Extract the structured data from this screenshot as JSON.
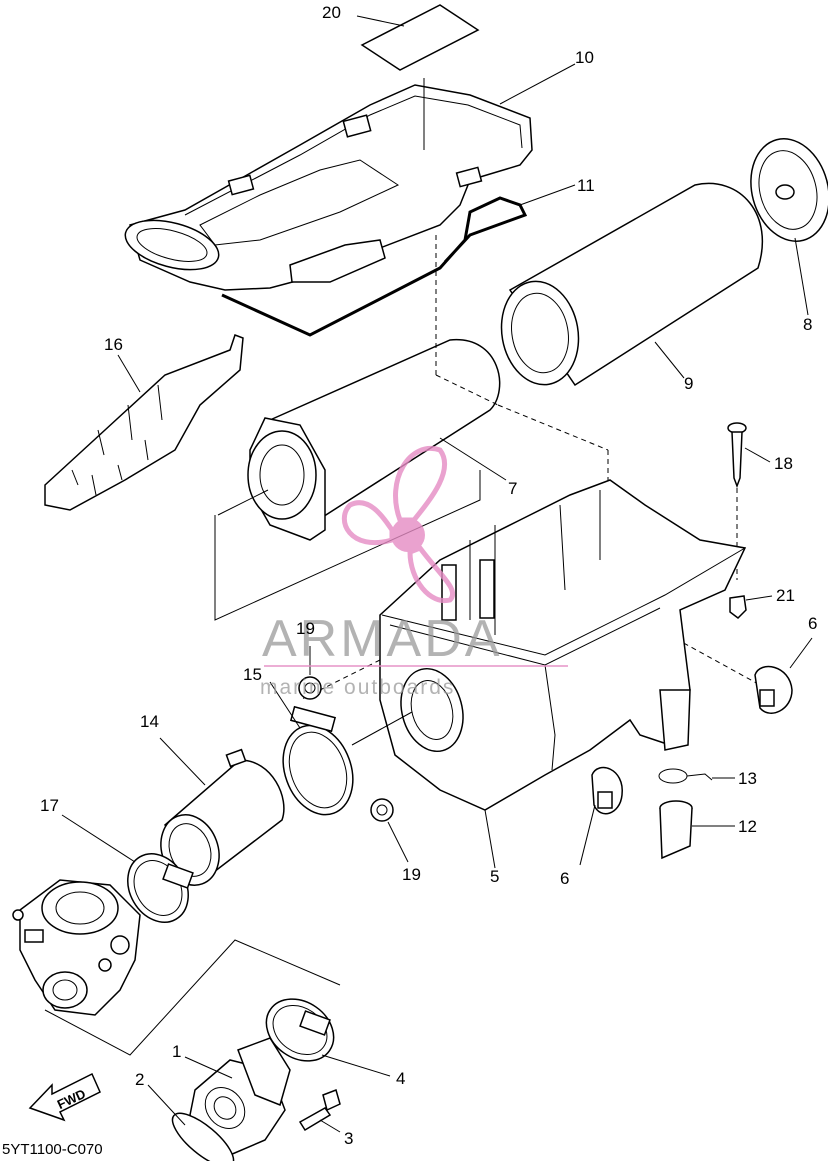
{
  "diagram": {
    "code": "5YT1100-C070",
    "fwd_label": "FWD",
    "watermark": {
      "brand": "ARMADA",
      "tagline": "marine outboards",
      "accent_color": "#e58cc4"
    },
    "callouts": {
      "c1": "1",
      "c2": "2",
      "c3": "3",
      "c4": "4",
      "c5": "5",
      "c6a": "6",
      "c6b": "6",
      "c7": "7",
      "c8": "8",
      "c9": "9",
      "c10": "10",
      "c11": "11",
      "c12": "12",
      "c13": "13",
      "c14": "14",
      "c15": "15",
      "c16": "16",
      "c17": "17",
      "c18": "18",
      "c19a": "19",
      "c19b": "19",
      "c20": "20",
      "c21": "21"
    }
  }
}
